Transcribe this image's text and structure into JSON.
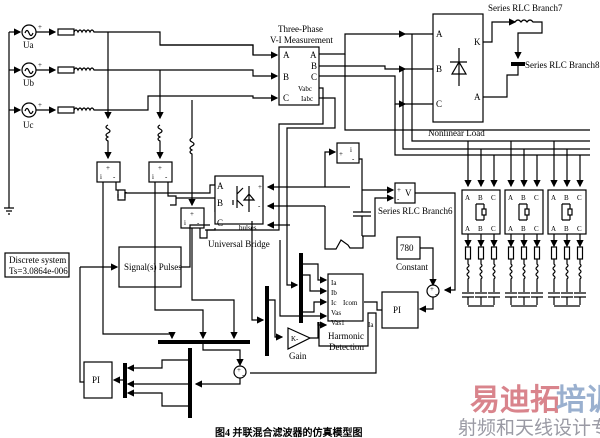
{
  "sources": [
    {
      "label": "Ua"
    },
    {
      "label": "Ub"
    },
    {
      "label": "Uc"
    }
  ],
  "vi_measurement": {
    "title_line1": "Three-Phase",
    "title_line2": "V-I Measurement",
    "in_ports": [
      "A",
      "B",
      "C"
    ],
    "out_ports": [
      "A",
      "B",
      "C",
      "Vabc",
      "Iabc"
    ]
  },
  "nonlinear_load": {
    "label": "Nonlinear Load",
    "in_ports": [
      "A",
      "B",
      "C"
    ],
    "out_ports": [
      "K",
      "A"
    ]
  },
  "rlc7": {
    "label": "Series RLC Branch7"
  },
  "rlc8": {
    "label": "Series RLC Branch8"
  },
  "rlc6": {
    "label": "Series RLC Branch6"
  },
  "universal_bridge": {
    "label": "Universal Bridge",
    "ports": [
      "A",
      "B",
      "C"
    ],
    "plus": "+",
    "minus": "-",
    "pulses": "bulses"
  },
  "current_meas": {
    "plus": "+",
    "i": "i",
    "minus": "-"
  },
  "voltage_meas": {
    "plus": "+",
    "minus": "-",
    "v": "V"
  },
  "discrete": {
    "line1": "Discrete system",
    "line2": "Ts=3.0864e-006"
  },
  "signal_pulses": {
    "label": "Signal(s) Pulses"
  },
  "constant": {
    "value": "780",
    "label": "Constant"
  },
  "pi_right": {
    "label": "PI"
  },
  "pi_left": {
    "label": "PI"
  },
  "gain": {
    "symbol": "K-",
    "label": "Gain"
  },
  "harmonic": {
    "inputs": [
      "Ia",
      "Ib",
      "Ic",
      "Vas",
      "Vas1"
    ],
    "output": "Icom",
    "label_line1": "Harmonic",
    "label_line2": "Detection",
    "wire_label": "Ia"
  },
  "sum": {
    "plus": "+",
    "minus": "-"
  },
  "filter_banks": [
    {
      "top": [
        "A",
        "B",
        "C"
      ],
      "bottom": [
        "A",
        "B",
        "C"
      ]
    },
    {
      "top": [
        "A",
        "B",
        "C"
      ],
      "bottom": [
        "A",
        "B",
        "C"
      ]
    },
    {
      "top": [
        "A",
        "B",
        "C"
      ],
      "bottom": [
        "A",
        "B",
        "C"
      ]
    }
  ],
  "caption": "图4   并联混合滤波器的仿真模型图",
  "watermark": {
    "line1": [
      "易迪拓",
      "培训"
    ],
    "line2": "射频和天线设计专家",
    "color1": "#d9848c",
    "color2": "#9ab0cf"
  }
}
